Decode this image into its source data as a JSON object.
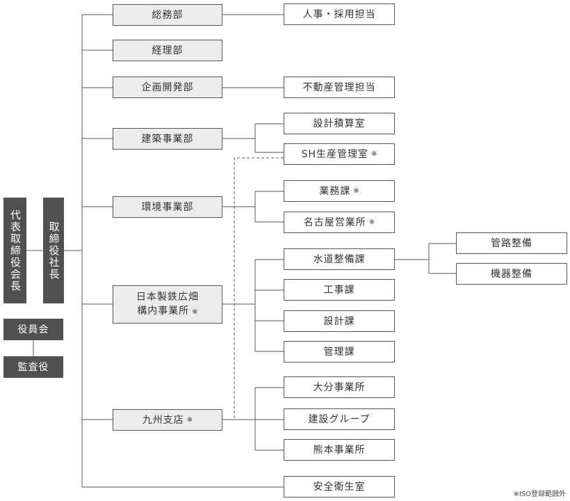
{
  "exec": {
    "chairman": "代表取締役会長",
    "president": "取締役社長",
    "board": "役員会",
    "auditor": "監査役"
  },
  "iso_mark": "※",
  "departments": {
    "general_affairs": "総務部",
    "accounting": "経理部",
    "planning": "企画開発部",
    "construction": "建築事業部",
    "environment": "環境事業部",
    "nippon_steel_line1": "日本製鉄広畑",
    "nippon_steel_line2": "構内事業所",
    "kyushu": "九州支店"
  },
  "sections": {
    "hr": "人事・採用担当",
    "real_estate": "不動産管理担当",
    "design_estimate": "設計積算室",
    "sh_production": "SH生産管理室",
    "business": "業務課",
    "nagoya": "名古屋営業所",
    "waterworks": "水道整備課",
    "construction_work": "工事課",
    "design": "設計課",
    "management": "管理課",
    "oita": "大分事業所",
    "construction_group": "建設グループ",
    "kumamoto": "熊本事業所",
    "safety": "安全衛生室"
  },
  "units": {
    "pipeline": "管路整備",
    "equipment": "機器整備"
  },
  "footnote": "※ISO登録範囲外"
}
